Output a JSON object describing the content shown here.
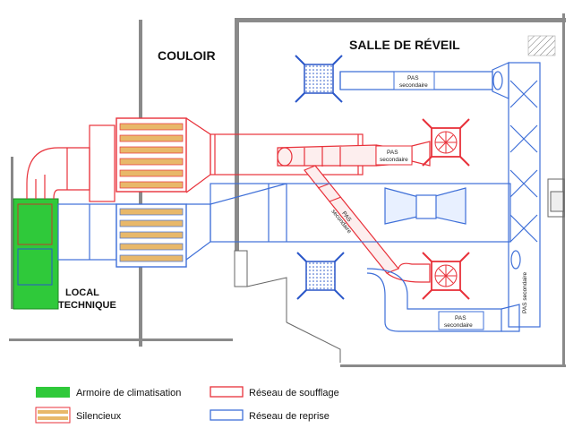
{
  "labels": {
    "couloir": "COULOIR",
    "salle": "SALLE DE RÉVEIL",
    "local_line1": "LOCAL",
    "local_line2": "TECHNIQUE",
    "pas_top_line1": "PAS",
    "pas_top_line2": "secondaire",
    "pas_mid_line1": "PAS",
    "pas_mid_line2": "secondaire",
    "pas_diag_line1": "PAS",
    "pas_diag_line2": "secondaire",
    "pas_bottom_line1": "PAS",
    "pas_bottom_line2": "secondaire",
    "pas_vertical": "PAS secondaire"
  },
  "legend": {
    "armoire": "Armoire de climatisation",
    "silencieux": "Silencieux",
    "soufflage": "Réseau de soufflage",
    "reprise": "Réseau de reprise"
  },
  "colors": {
    "supply": "#e8313a",
    "return": "#3e6fd8",
    "armoire": "#2fc93a",
    "silencer": "#e8b86a",
    "wall": "#777777"
  }
}
